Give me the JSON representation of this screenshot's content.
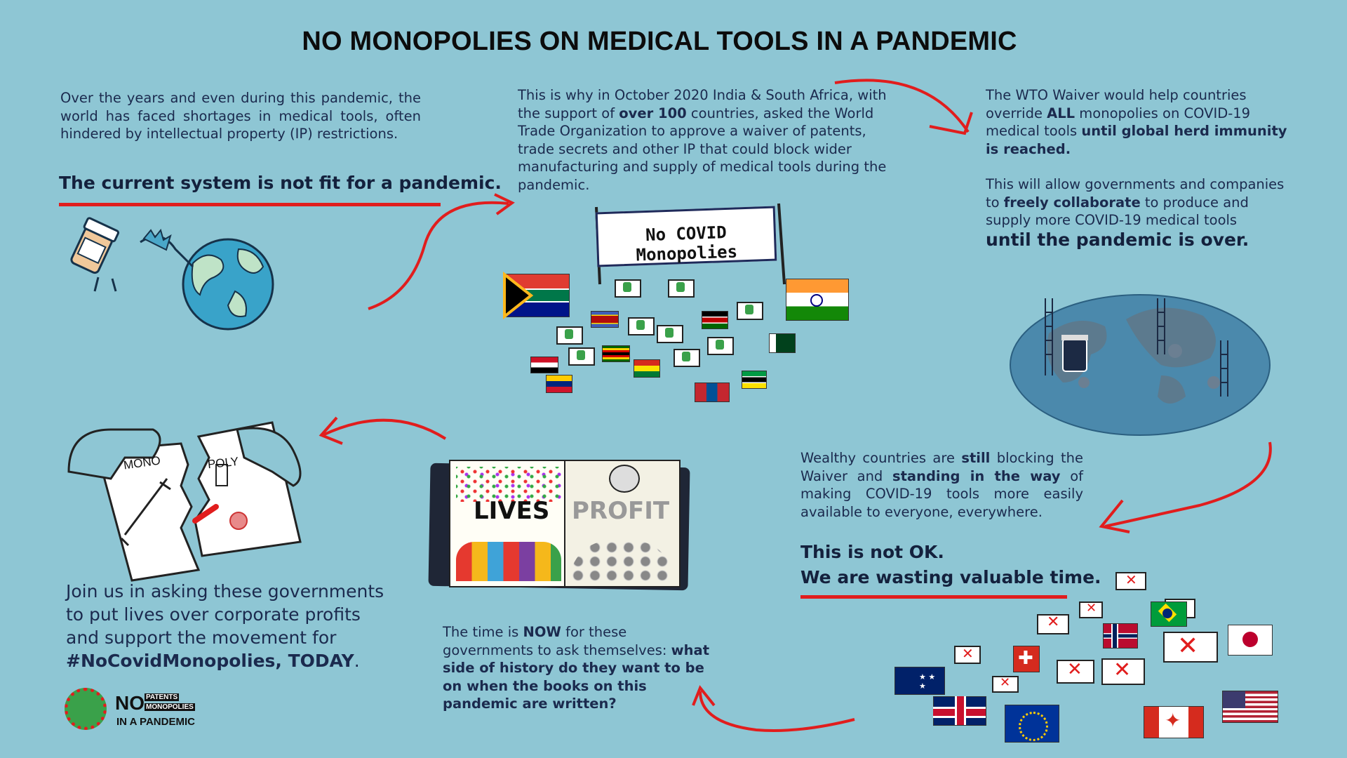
{
  "title": "NO MONOPOLIES ON MEDICAL TOOLS IN A PANDEMIC",
  "intro": {
    "text": "Over the years and even during this pandemic, the world has faced shortages in medical tools, often hindered by intellectual property (IP) restrictions.",
    "emphasis": "The current system is not fit for a pandemic."
  },
  "waiver_request": {
    "t1": "This is why in October 2020 India & South Africa, with the support of ",
    "t1_bold": "over 100",
    "t2": " countries, asked the World Trade Organization to approve a waiver of patents, trade secrets and other IP that could block wider manufacturing and supply of medical tools during the pandemic."
  },
  "banner_text": "No COVID Monopolies",
  "waiver_effect": {
    "a1": "The WTO Waiver would help countries override ",
    "a_bold1": "ALL",
    "a2": " monopolies on COVID-19 medical tools ",
    "a_bold2": "until global herd immunity is reached.",
    "b1": "This will allow governments and companies to ",
    "b_bold": "freely collaborate",
    "b2": " to produce and supply more COVID-19 medical tools",
    "b_big": "until the pandemic is over."
  },
  "blocking": {
    "c1": "Wealthy countries are ",
    "c_bold1": "still",
    "c2": " blocking the Waiver and ",
    "c_bold2": "standing in the way",
    "c3": " of making COVID-19 tools more easily available to everyone, everywhere.",
    "line1": "This is not OK.",
    "line2": "We are wasting valuable time."
  },
  "history": {
    "h1": "The time is ",
    "h_bold1": "NOW",
    "h2": " for these governments to ask themselves: ",
    "h_bold2": "what side of history do they want to be on when the books on this pandemic are written?"
  },
  "book": {
    "left": "LIVES",
    "right": "PROFIT"
  },
  "torn_paper": {
    "left": "MONO",
    "right": "POLY"
  },
  "call_to_action": {
    "t1": "Join us in asking these governments to put lives over corporate profits and support the movement for ",
    "t_bold": "#NoCovidMonopolies, TODAY",
    "t2": "."
  },
  "logo": {
    "no": "NO",
    "patents": "PATENTS",
    "monopolies": "MONOPOLIES",
    "in_a_pandemic": "IN A PANDEMIC"
  },
  "colors": {
    "background": "#8ec6d4",
    "accent_red": "#e11d1d",
    "text": "#14213d"
  }
}
